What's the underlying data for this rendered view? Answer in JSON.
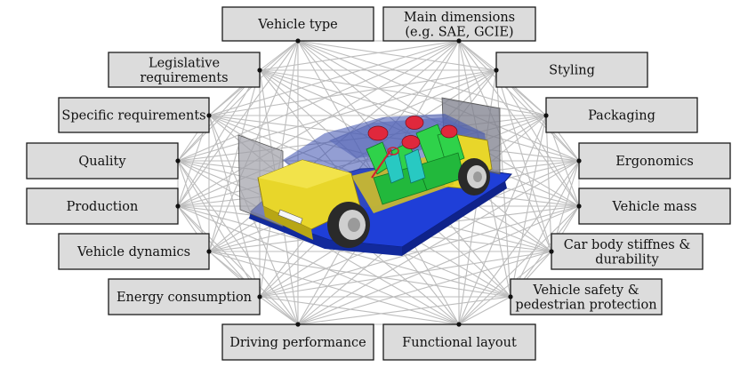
{
  "diagram": {
    "nodes": [
      {
        "id": "vehicle-type",
        "lines": [
          "Vehicle type"
        ]
      },
      {
        "id": "main-dimensions",
        "lines": [
          "Main dimensions",
          "(e.g. SAE, GCIE)"
        ]
      },
      {
        "id": "legislative-requirements",
        "lines": [
          "Legislative",
          "requirements"
        ]
      },
      {
        "id": "styling",
        "lines": [
          "Styling"
        ]
      },
      {
        "id": "specific-requirements",
        "lines": [
          "Specific requirements"
        ]
      },
      {
        "id": "packaging",
        "lines": [
          "Packaging"
        ]
      },
      {
        "id": "quality",
        "lines": [
          "Quality"
        ]
      },
      {
        "id": "ergonomics",
        "lines": [
          "Ergonomics"
        ]
      },
      {
        "id": "production",
        "lines": [
          "Production"
        ]
      },
      {
        "id": "vehicle-mass",
        "lines": [
          "Vehicle mass"
        ]
      },
      {
        "id": "vehicle-dynamics",
        "lines": [
          "Vehicle dynamics"
        ]
      },
      {
        "id": "car-body-stiffness",
        "lines": [
          "Car body stiffnes &",
          "durability"
        ]
      },
      {
        "id": "energy-consumption",
        "lines": [
          "Energy consumption"
        ]
      },
      {
        "id": "vehicle-safety",
        "lines": [
          "Vehicle safety &",
          "pedestrian protection"
        ]
      },
      {
        "id": "driving-performance",
        "lines": [
          "Driving performance"
        ]
      },
      {
        "id": "functional-layout",
        "lines": [
          "Functional layout"
        ]
      }
    ],
    "colors": {
      "box_fill": "#dcdcdc",
      "box_stroke": "#1a1a1a",
      "connector": "#bdbdbd",
      "car_body": "#e8d62a",
      "seats": "#2fd24a",
      "floor": "#1f3fd8",
      "dummies": "#e0283c",
      "glass": "#8a8aa0"
    },
    "center_image": "car-package-model-icon"
  }
}
